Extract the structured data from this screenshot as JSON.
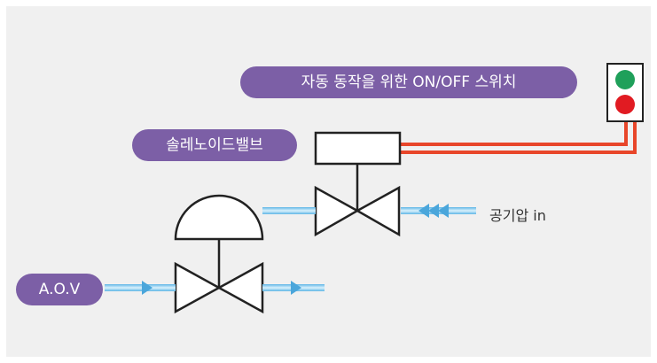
{
  "labels": {
    "switch": "자동 동작을 위한 ON/OFF 스위치",
    "solenoid": "솔레노이드밸브",
    "air_in": "공기압 in",
    "aov": "A.O.V"
  },
  "colors": {
    "panel_bg": "#f0f0f0",
    "pill_bg": "#7c5fa6",
    "pipe_blue": "#7ec8ee",
    "signal_red": "#e8462a",
    "light_green": "#1fa05a",
    "light_red": "#e11b22"
  },
  "icons": {
    "switch_box": "traffic-light-icon",
    "solenoid": "solenoid-box-icon",
    "valve": "bowtie-valve-icon",
    "actuator": "dome-actuator-icon"
  }
}
